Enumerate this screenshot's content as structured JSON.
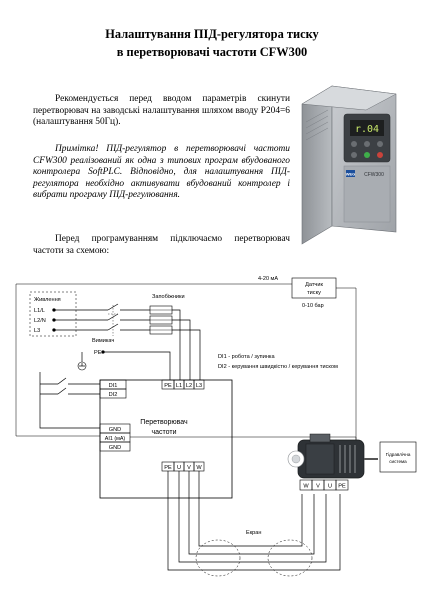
{
  "title": {
    "line1": "Налаштування ПІД-регулятора тиску",
    "line2": "в перетворювачі частоти CFW300"
  },
  "paragraphs": {
    "p1": "Рекомендується перед вводом параметрів скинути перетворювач на заводські налаштування шляхом вводу P204=6 (налаштування 50Гц).",
    "p2": "Примітка! ПІД-регулятор в перетворювачі частоти CFW300 реалізований як одна з типових програм вбудованого контролера SoftPLC. Відповідно, для налаштування ПІД-регулятора необхідно активувати вбудований контролер і вибрати програму ПІД-регулювання.",
    "p3": "Перед програмуванням підключаємо перетворювач частоти за схемою:"
  },
  "device_photo": {
    "display_text": "r.04",
    "brand_text": "WEG",
    "model_text": "CFW300"
  },
  "diagram": {
    "supply_label": "Живлення",
    "phase_l1": "L1/L",
    "phase_l2": "L2/N",
    "phase_l3": "L3",
    "fuses_label": "Запобіжники",
    "switch_label": "Вимикач",
    "pe_label": "PE",
    "sensor_label_1": "Датчик",
    "sensor_label_2": "тиску",
    "sensor_signal": "4-20 мА",
    "sensor_range": "0-10 бар",
    "di1_note": "DI1 - робота / зупинка",
    "di2_note": "DI2 - керування швидкістю / керування тиском",
    "terminals_top": [
      "PE",
      "L1",
      "L2",
      "L3"
    ],
    "terminals_left": [
      "DI1",
      "DI2",
      "GND",
      "AI1 (мА)",
      "GND"
    ],
    "terminals_bottom": [
      "PE",
      "U",
      "V",
      "W"
    ],
    "converter_label_1": "Перетворювач",
    "converter_label_2": "частоти",
    "motor_terminals": [
      "W",
      "V",
      "U",
      "PE"
    ],
    "hydraulic_label_1": "Гідравлічна",
    "hydraulic_label_2": "система",
    "shield_label": "Екран"
  }
}
